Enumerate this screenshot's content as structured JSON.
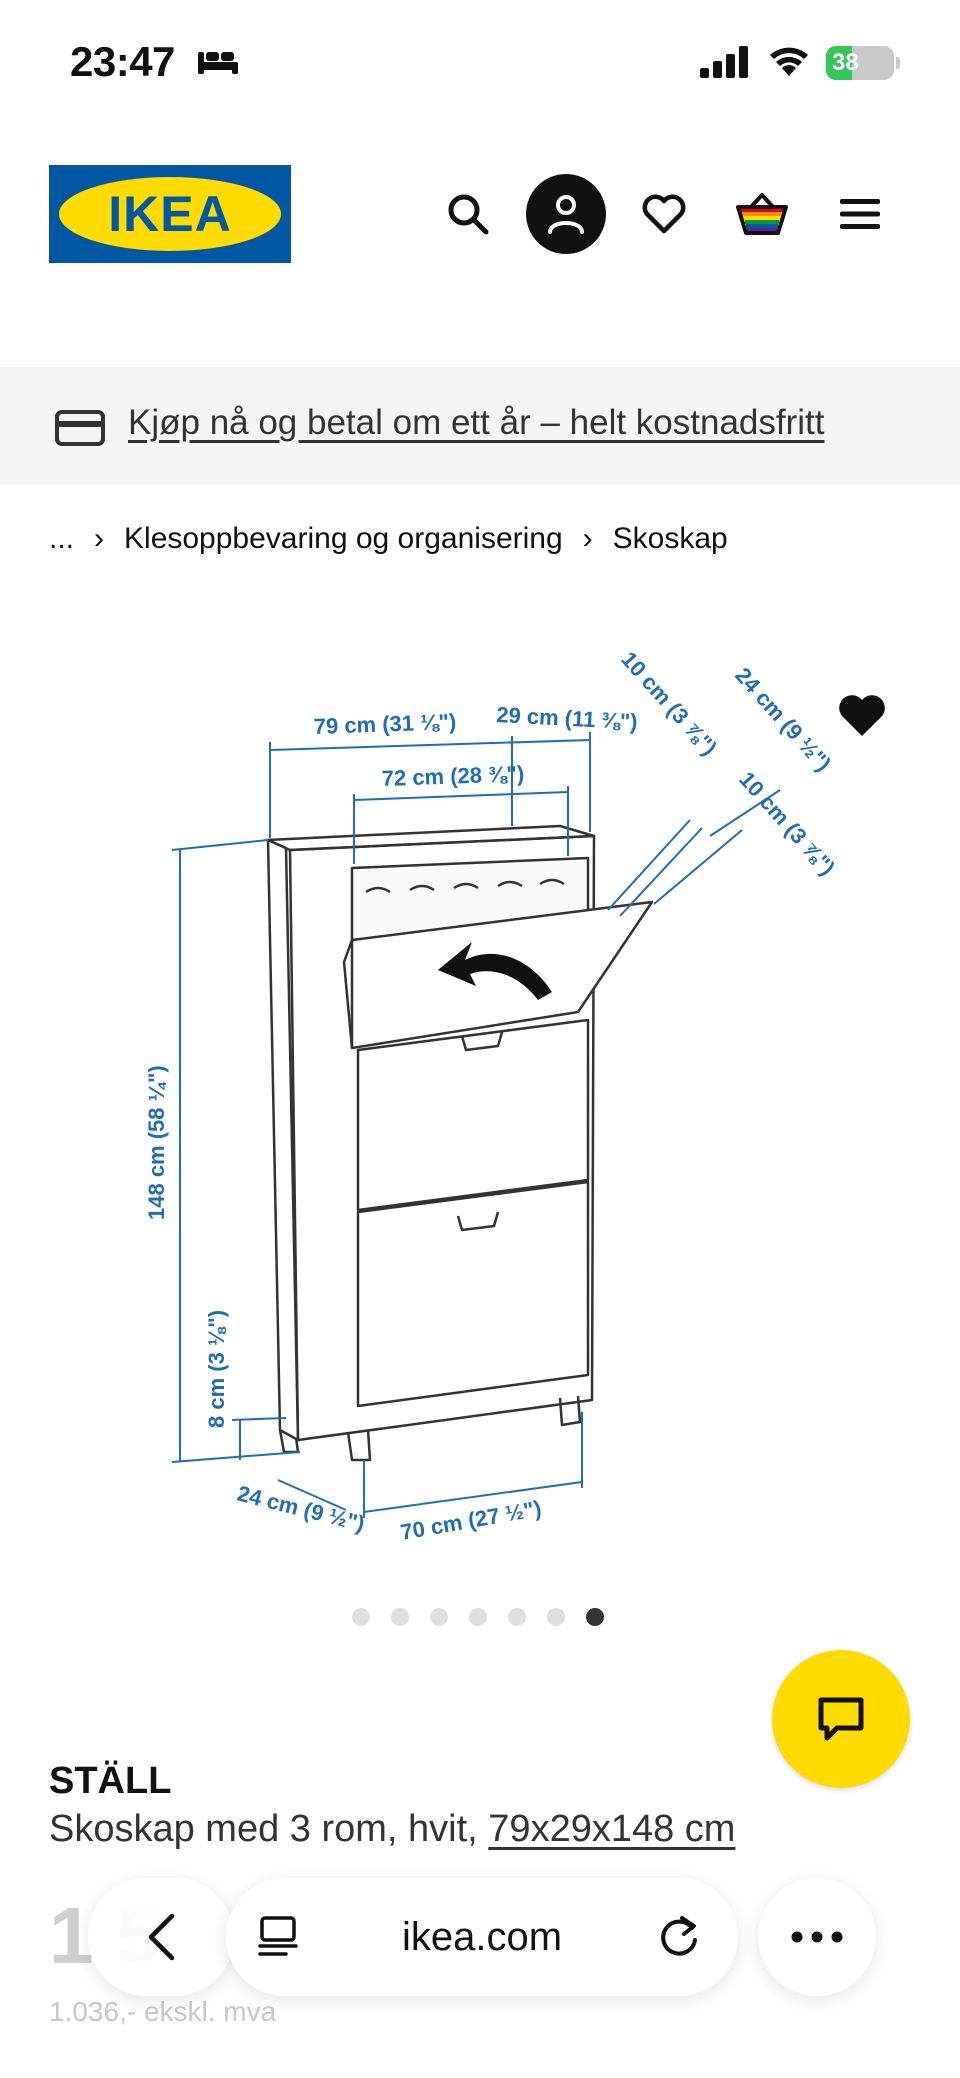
{
  "status": {
    "time": "23:47",
    "battery": "38",
    "battery_level": 0.38
  },
  "header": {
    "logo_text": "IKEA"
  },
  "promo": {
    "text": "Kjøp nå og betal om ett år – helt kostnadsfritt"
  },
  "breadcrumb": {
    "ellipsis": "...",
    "items": [
      "Klesoppbevaring og organisering",
      "Skoskap"
    ]
  },
  "diagram": {
    "labels": {
      "width_outer": "79 cm (31 ⅛\")",
      "depth_top": "29 cm (11 ⅜\")",
      "width_inner": "72 cm (28 ⅜\")",
      "flap_a": "10 cm (3 ⅞\")",
      "flap_depth": "24 cm (9 ½\")",
      "flap_b": "10 cm (3 ⅞\")",
      "height": "148 cm (58 ¼\")",
      "leg_height": "8 cm (3 ⅛\")",
      "base_depth": "24 cm (9 ½\")",
      "base_width": "70 cm (27 ½\")"
    }
  },
  "gallery": {
    "count": 7,
    "active": 6
  },
  "product": {
    "name": "STÄLL",
    "desc_prefix": "Skoskap med 3 rom, hvit, ",
    "dims_link": "79x29x148 cm",
    "price_visible": "1 5",
    "price_sub": "1.036,- ekskl. mva"
  },
  "browser": {
    "url": "ikea.com"
  },
  "colors": {
    "ikea_blue": "#0058a3",
    "ikea_yellow": "#ffdb00",
    "dimension_blue": "#1f6db5"
  }
}
